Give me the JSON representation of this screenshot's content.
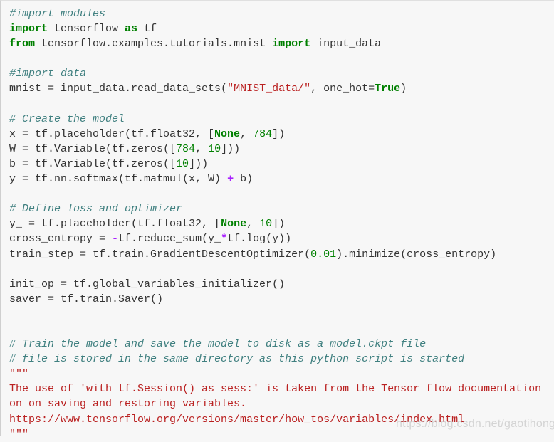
{
  "editor": {
    "language": "python",
    "colors": {
      "background": "#f7f7f7",
      "comment": "#408080",
      "keyword": "#008000",
      "number": "#008000",
      "string": "#ba2121",
      "operator": "#aa22ff",
      "text": "#333333"
    },
    "lines": {
      "l1": {
        "comment": "#import modules"
      },
      "l2": {
        "kw1": "import",
        "t1": " tensorflow ",
        "kw2": "as",
        "t2": " tf"
      },
      "l3": {
        "kw1": "from",
        "t1": " tensorflow.examples.tutorials.mnist ",
        "kw2": "import",
        "t2": " input_data"
      },
      "l5": {
        "comment": "#import data"
      },
      "l6": {
        "t1": "mnist = input_data.read_data_sets(",
        "str": "\"MNIST_data/\"",
        "t2": ", one_hot=",
        "kw": "True",
        "t3": ")"
      },
      "l8": {
        "comment": "# Create the model"
      },
      "l9": {
        "t1": "x = tf.placeholder(tf.float32, [",
        "kw": "None",
        "t2": ", ",
        "num": "784",
        "t3": "])"
      },
      "l10": {
        "t1": "W = tf.Variable(tf.zeros([",
        "num1": "784",
        "t2": ", ",
        "num2": "10",
        "t3": "]))"
      },
      "l11": {
        "t1": "b = tf.Variable(tf.zeros([",
        "num": "10",
        "t2": "]))"
      },
      "l12": {
        "t1": "y = tf.nn.softmax(tf.matmul(x, W) ",
        "op": "+",
        "t2": " b)"
      },
      "l14": {
        "comment": "# Define loss and optimizer"
      },
      "l15": {
        "t1": "y_ = tf.placeholder(tf.float32, [",
        "kw": "None",
        "t2": ", ",
        "num": "10",
        "t3": "])"
      },
      "l16": {
        "t1": "cross_entropy = ",
        "op1": "-",
        "t2": "tf.reduce_sum(y_",
        "op2": "*",
        "t3": "tf.log(y))"
      },
      "l17": {
        "t1": "train_step = tf.train.GradientDescentOptimizer(",
        "num": "0.01",
        "t2": ").minimize(cross_entropy)"
      },
      "l19": {
        "text": "init_op = tf.global_variables_initializer()"
      },
      "l20": {
        "text": "saver = tf.train.Saver()"
      },
      "l23": {
        "comment": "# Train the model and save the model to disk as a model.ckpt file"
      },
      "l24": {
        "comment": "# file is stored in the same directory as this python script is started"
      },
      "l25": {
        "doc": "\"\"\""
      },
      "l26": {
        "doc": "The use of 'with tf.Session() as sess:' is taken from the Tensor flow documentation"
      },
      "l27": {
        "doc": "on on saving and restoring variables."
      },
      "l28": {
        "doc": "https://www.tensorflow.org/versions/master/how_tos/variables/index.html"
      },
      "l29": {
        "doc": "\"\"\""
      }
    }
  },
  "watermark": "https://blog.csdn.net/gaotihong"
}
